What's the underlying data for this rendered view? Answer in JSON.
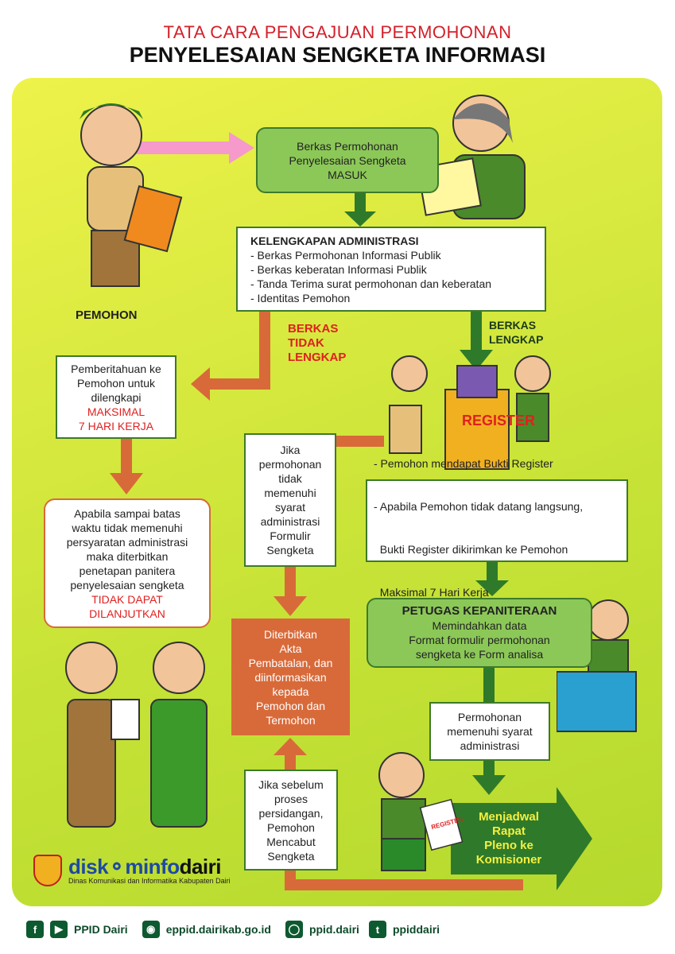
{
  "title": {
    "line1": "TATA CARA PENGAJUAN PERMOHONAN",
    "line2": "PENYELESAIAN SENGKETA INFORMASI"
  },
  "pemohon_label": "PEMOHON",
  "box_masuk": [
    "Berkas Permohonan",
    "Penyelesaian Sengketa",
    "MASUK"
  ],
  "kelengkapan": {
    "title": "KELENGKAPAN ADMINISTRASI",
    "items": [
      "- Berkas Permohonan Informasi Publik",
      "- Berkas keberatan Informasi Publik",
      "- Tanda Terima surat permohonan dan keberatan",
      "- Identitas Pemohon"
    ]
  },
  "berkas_tidak_lengkap": [
    "BERKAS",
    "TIDAK",
    "LENGKAP"
  ],
  "berkas_lengkap": [
    "BERKAS",
    "LENGKAP"
  ],
  "pemberitahuan": {
    "lines": [
      "Pemberitahuan ke",
      "Pemohon untuk",
      "dilengkapi"
    ],
    "highlight": [
      "MAKSIMAL",
      "7 HARI KERJA"
    ]
  },
  "batas_waktu": {
    "lines": [
      "Apabila sampai batas",
      "waktu tidak memenuhi",
      "persyaratan administrasi",
      "maka diterbitkan",
      "penetapan panitera",
      "penyelesaian sengketa"
    ],
    "highlight": [
      "TIDAK DAPAT",
      "DILANJUTKAN"
    ]
  },
  "tidak_memenuhi": [
    "Jika",
    "permohonan",
    "tidak",
    "memenuhi",
    "syarat",
    "administrasi",
    "Formulir",
    "Sengketa"
  ],
  "register": {
    "title": "REGISTER",
    "items": [
      "- Pemohon mendapat Bukti Register",
      "- Apabila Pemohon tidak datang langsung,",
      "  Bukti Register dikirimkan ke Pemohon",
      "  Maksimal 7 Hari Kerja"
    ]
  },
  "akta": [
    "Diterbitkan",
    "Akta",
    "Pembatalan, dan",
    "diinformasikan",
    "kepada",
    "Pemohon dan",
    "Termohon"
  ],
  "kepaniteraan": {
    "title": "PETUGAS KEPANITERAAN",
    "lines": [
      "Memindahkan data",
      "Format formulir permohonan",
      "sengketa ke Form analisa"
    ]
  },
  "memenuhi": [
    "Permohonan",
    "memenuhi syarat",
    "administrasi"
  ],
  "mencabut": [
    "Jika sebelum",
    "proses",
    "persidangan,",
    "Pemohon",
    "Mencabut",
    "Sengketa"
  ],
  "jadwal": [
    "Menjadwal",
    "Rapat",
    "Pleno ke",
    "Komisioner"
  ],
  "register_paper": "REGISTER",
  "logo": {
    "name_a": "disk",
    "name_b": "minfo",
    "name_c": "dairi",
    "subtitle": "Dinas Komunikasi dan Informatika Kabupaten Dairi"
  },
  "footer": {
    "social1": "PPID Dairi",
    "web": "eppid.dairikab.go.id",
    "instagram": "ppid.dairi",
    "twitter": "ppiddairi"
  },
  "colors": {
    "green": "#3d7a2a",
    "orange": "#d86a3a",
    "red": "#e02020",
    "pink": "#f59acb"
  }
}
